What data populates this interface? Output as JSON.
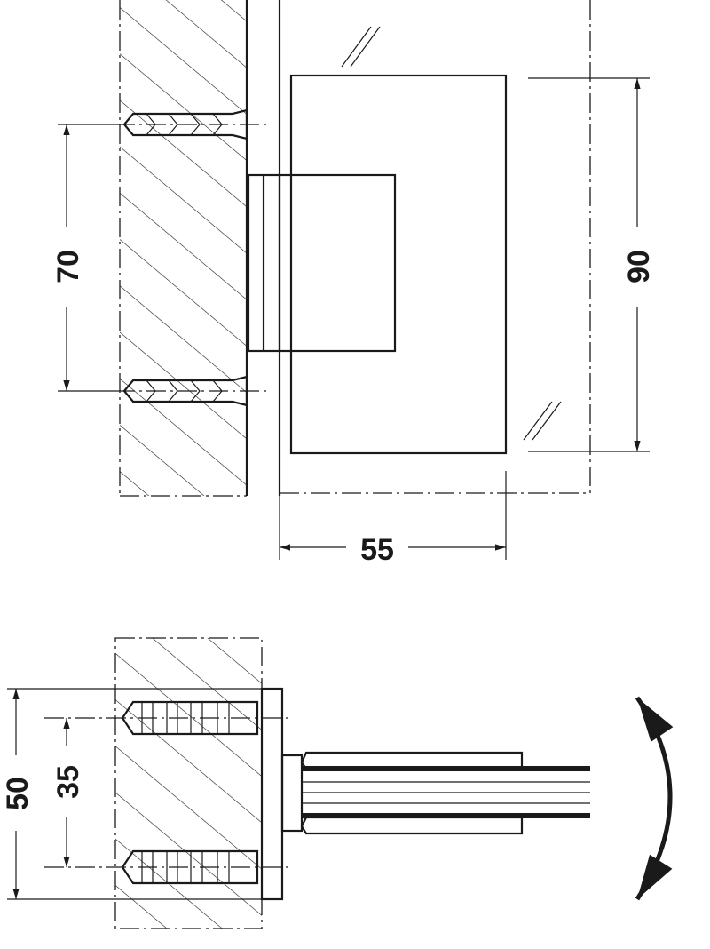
{
  "drawing": {
    "top_view": {
      "dimensions": {
        "dowel_spacing": "70",
        "plate_height": "90",
        "plate_width": "55"
      }
    },
    "side_view": {
      "dimensions": {
        "plate_height": "50",
        "dowel_spacing": "35"
      },
      "rotation_arrow": "double-headed-curved-arrow"
    },
    "line_color": "#1a1a1a"
  }
}
